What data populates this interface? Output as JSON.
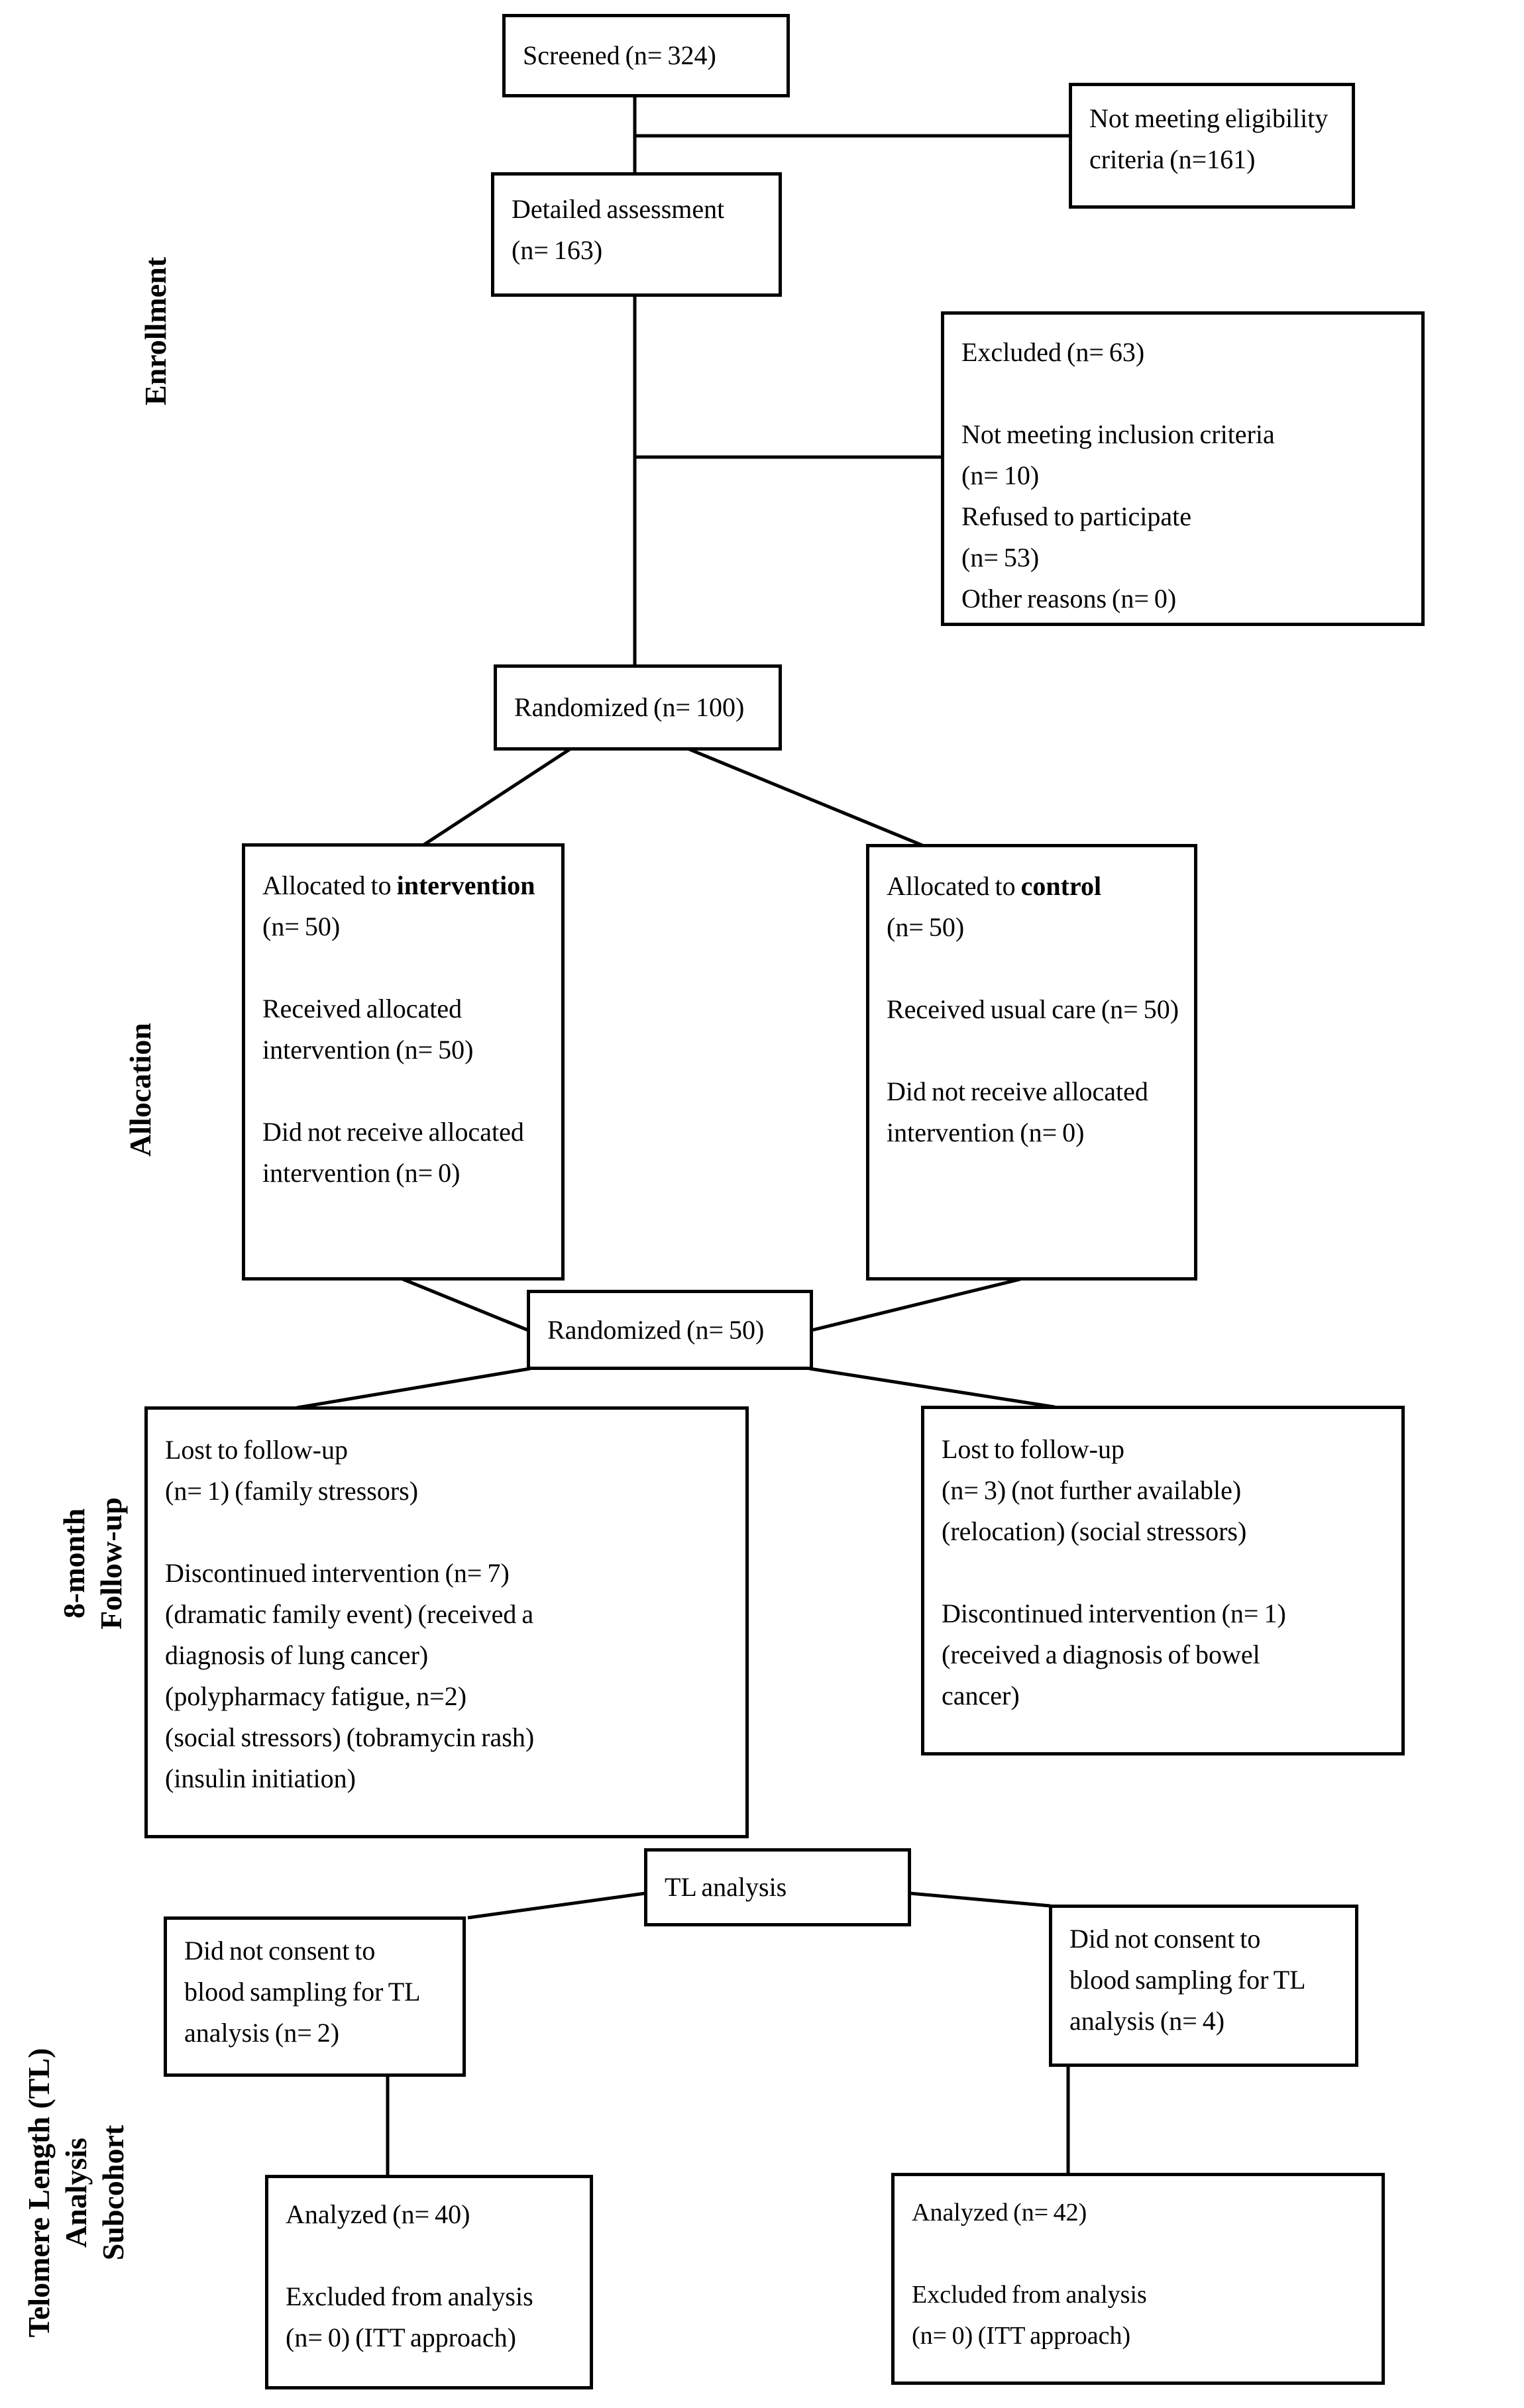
{
  "page": {
    "background": "#ffffff",
    "ink": "#000000"
  },
  "stage_labels": {
    "enrollment": "Enrollment",
    "allocation": "Allocation",
    "followup": "8-month\nFollow-up",
    "tl_subcohort": "Telomere Length (TL)\nAnalysis\nSubcohort"
  },
  "boxes": {
    "screened": {
      "text": "Screened (n= 324)"
    },
    "not_eligible": {
      "text": "Not meeting eligibility\ncriteria (n=161)"
    },
    "detailed_assessment": {
      "text": "Detailed assessment\n(n= 163)"
    },
    "excluded": {
      "text": "Excluded (n= 63)\n\nNot meeting inclusion criteria\n(n= 10)\nRefused to participate\n(n= 53)\nOther reasons (n= 0)"
    },
    "randomized_100": {
      "text": "Randomized (n= 100)"
    },
    "allocated_intervention": {
      "lead": "Allocated to ",
      "lead_bold": "intervention",
      "body": "\n(n= 50)\n\nReceived allocated\nintervention (n= 50)\n\nDid not receive allocated\nintervention (n= 0)"
    },
    "allocated_control": {
      "lead": "Allocated to ",
      "lead_bold": "control",
      "body": "\n(n= 50)\n\nReceived usual care (n= 50)\n\nDid not receive allocated\nintervention (n= 0)"
    },
    "randomized_50": {
      "text": "Randomized (n= 50)"
    },
    "followup_intervention": {
      "text": "Lost to follow-up\n(n= 1) (family stressors)\n\nDiscontinued intervention (n= 7)\n(dramatic family event) (received a\ndiagnosis of lung cancer)\n(polypharmacy fatigue, n=2)\n(social stressors) (tobramycin rash)\n(insulin initiation)"
    },
    "followup_control": {
      "text": "Lost to follow-up\n(n= 3) (not further available)\n(relocation) (social stressors)\n\nDiscontinued intervention (n= 1)\n(received a diagnosis of bowel\ncancer)"
    },
    "tl_analysis": {
      "text": "TL analysis"
    },
    "no_consent_intervention": {
      "text": "Did not consent to\nblood sampling for TL\nanalysis (n= 2)"
    },
    "no_consent_control": {
      "text": "Did not consent to\nblood sampling for TL\nanalysis (n= 4)"
    },
    "analyzed_intervention": {
      "text": "Analyzed (n= 40)\n\nExcluded from analysis\n(n= 0) (ITT approach)"
    },
    "analyzed_control": {
      "text": "Analyzed (n= 42)\n\nExcluded from analysis\n(n= 0) (ITT approach)"
    }
  }
}
